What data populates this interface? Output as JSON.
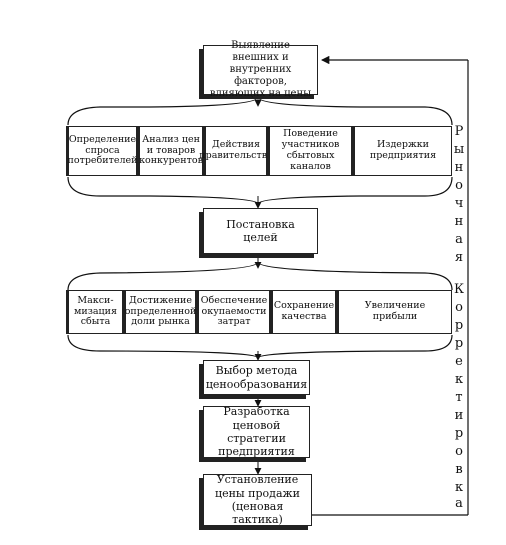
{
  "blocks": {
    "identify": "Выявление внешних и внутренних факторов, влияющих на цены",
    "goals": "Постановка целей",
    "method": "Выбор метода ценообразования",
    "strategy": "Разработка ценовой стратегии предприятия",
    "price": "Установление цены продажи (ценовая тактика)"
  },
  "factors": [
    "Определение спроса потребителей",
    "Анализ цен и товаров конкурентов",
    "Действия правительства",
    "Поведение участников сбытовых каналов",
    "Издержки предприятия"
  ],
  "goals_list": [
    "Макси-мизация сбыта",
    "Достижение определенной доли рынка",
    "Обеспечение окупаемости затрат",
    "Сохранение качества",
    "Увеличение прибыли"
  ],
  "side_label": {
    "word1": [
      "Р",
      "ы",
      "н",
      "о",
      "ч",
      "н",
      "а",
      "я"
    ],
    "word2": [
      "К",
      "о",
      "р",
      "р",
      "е",
      "к",
      "т",
      "и",
      "р",
      "о",
      "в",
      "к",
      "а"
    ]
  }
}
